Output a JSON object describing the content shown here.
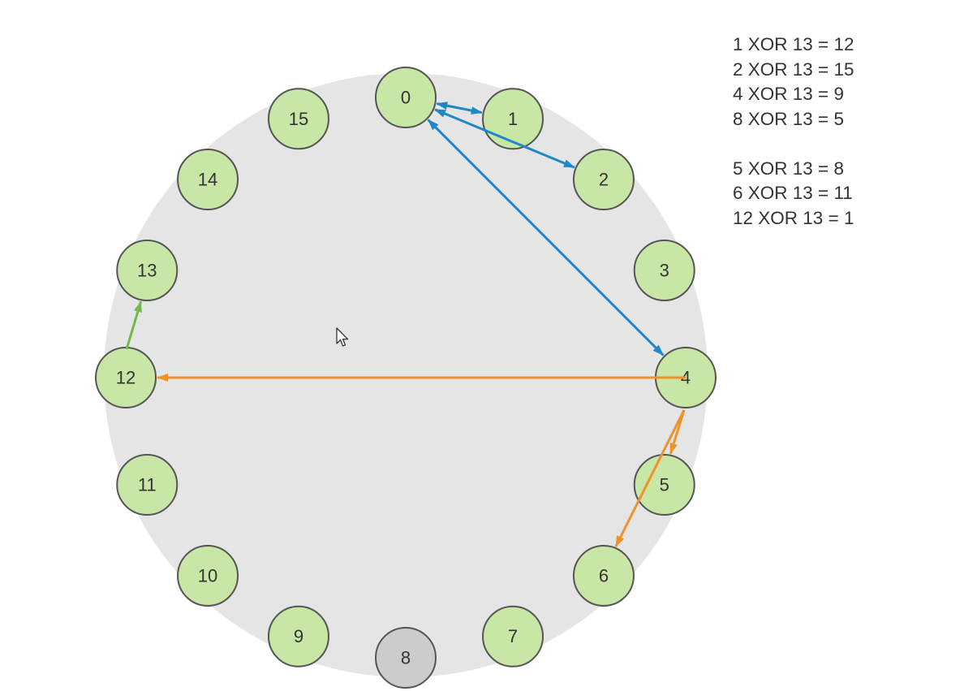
{
  "colors": {
    "background_disk": "#e5e5e5",
    "node_fill": "#c8e6a5",
    "node_highlight_fill": "#cccccc",
    "node_stroke": "#555555",
    "blue_arrow": "#1e88c8",
    "orange_arrow": "#f0922c",
    "green_arrow": "#72b84a"
  },
  "nodes": [
    {
      "label": "0"
    },
    {
      "label": "1"
    },
    {
      "label": "2"
    },
    {
      "label": "3"
    },
    {
      "label": "4"
    },
    {
      "label": "5"
    },
    {
      "label": "6"
    },
    {
      "label": "7"
    },
    {
      "label": "8",
      "highlighted": true
    },
    {
      "label": "9"
    },
    {
      "label": "10"
    },
    {
      "label": "11"
    },
    {
      "label": "12"
    },
    {
      "label": "13"
    },
    {
      "label": "14"
    },
    {
      "label": "15"
    }
  ],
  "edges": [
    {
      "from": "0",
      "to": "1",
      "color": "blue_arrow",
      "bidirectional": true
    },
    {
      "from": "0",
      "to": "2",
      "color": "blue_arrow",
      "bidirectional": true
    },
    {
      "from": "0",
      "to": "4",
      "color": "blue_arrow",
      "bidirectional": true
    },
    {
      "from": "4",
      "to": "12",
      "color": "orange_arrow",
      "bidirectional": false
    },
    {
      "from": "4",
      "to": "5",
      "color": "orange_arrow",
      "bidirectional": false
    },
    {
      "from": "4",
      "to": "6",
      "color": "orange_arrow",
      "bidirectional": false
    },
    {
      "from": "12",
      "to": "13",
      "color": "green_arrow",
      "bidirectional": false
    }
  ],
  "equations": {
    "group1": [
      "1 XOR 13 = 12",
      "2 XOR 13 = 15",
      "4 XOR 13 = 9",
      "8 XOR 13 = 5"
    ],
    "group2": [
      "5 XOR 13 = 8",
      "6 XOR 13 = 11",
      "12 XOR 13 = 1"
    ]
  },
  "icons": {
    "cursor": "mouse-pointer-icon"
  }
}
